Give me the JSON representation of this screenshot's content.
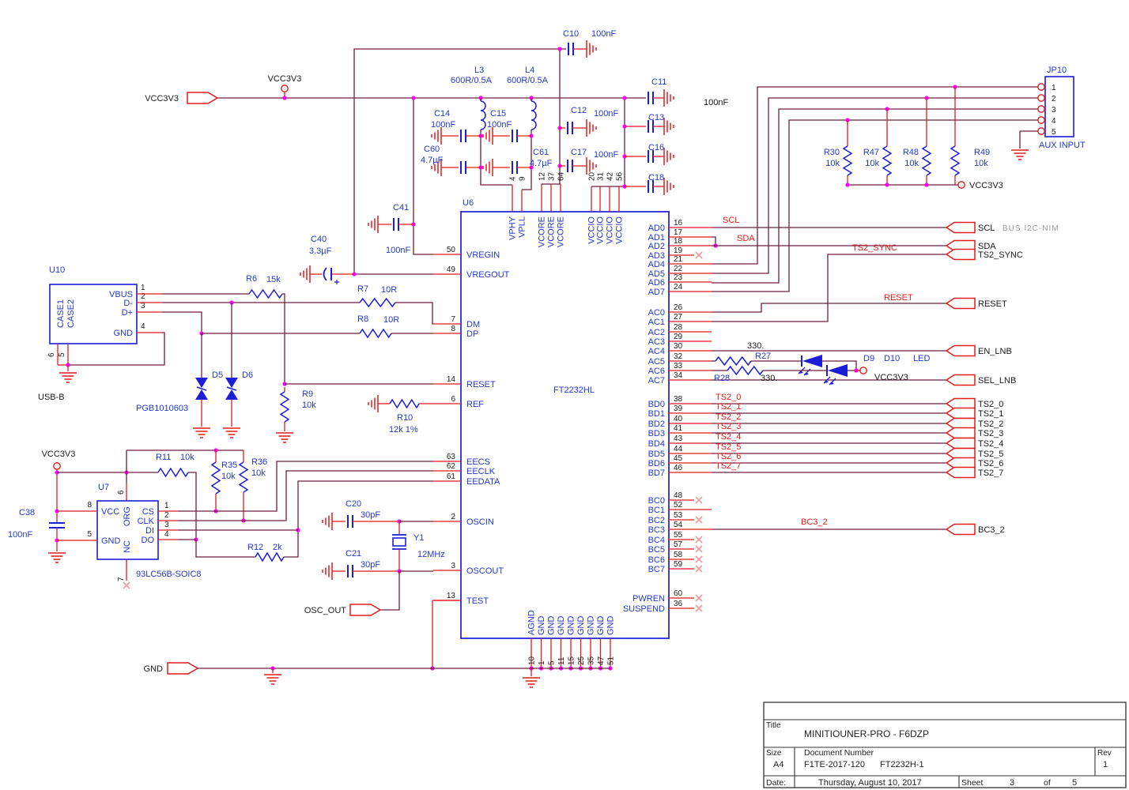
{
  "colors": {
    "wire": "#701f42",
    "red": "#e31b1b",
    "blue": "#1d1dd8",
    "blue_text": "#2438cc",
    "junction": "#ff00ff",
    "black": "#1a1a1a",
    "gray": "#9a9aa0",
    "xmark": "#f09a9a"
  },
  "power": {
    "vcc": "VCC3V3"
  },
  "bus_note": "BUS I2C-NIM",
  "u6": {
    "ref": "U6",
    "part": "FT2232HL",
    "left_pins": [
      {
        "num": "50",
        "name": "VREGIN"
      },
      {
        "num": "49",
        "name": "VREGOUT"
      },
      {
        "num": "7",
        "name": "DM"
      },
      {
        "num": "8",
        "name": "DP"
      },
      {
        "num": "14",
        "name": "RESET"
      },
      {
        "num": "6",
        "name": "REF"
      },
      {
        "num": "63",
        "name": "EECS"
      },
      {
        "num": "62",
        "name": "EECLK"
      },
      {
        "num": "61",
        "name": "EEDATA"
      },
      {
        "num": "2",
        "name": "OSCIN"
      },
      {
        "num": "3",
        "name": "OSCOUT"
      },
      {
        "num": "13",
        "name": "TEST"
      }
    ],
    "ad_pins": [
      {
        "num": "16",
        "name": "AD0"
      },
      {
        "num": "17",
        "name": "AD1"
      },
      {
        "num": "18",
        "name": "AD2"
      },
      {
        "num": "19",
        "name": "AD3"
      },
      {
        "num": "21",
        "name": "AD4"
      },
      {
        "num": "22",
        "name": "AD5"
      },
      {
        "num": "23",
        "name": "AD6"
      },
      {
        "num": "24",
        "name": "AD7"
      }
    ],
    "ac_pins": [
      {
        "num": "26",
        "name": "AC0"
      },
      {
        "num": "27",
        "name": "AC1"
      },
      {
        "num": "28",
        "name": "AC2"
      },
      {
        "num": "29",
        "name": "AC3"
      },
      {
        "num": "30",
        "name": "AC4"
      },
      {
        "num": "32",
        "name": "AC5"
      },
      {
        "num": "33",
        "name": "AC6"
      },
      {
        "num": "34",
        "name": "AC7"
      }
    ],
    "bd_pins": [
      {
        "num": "38",
        "name": "BD0"
      },
      {
        "num": "39",
        "name": "BD1"
      },
      {
        "num": "40",
        "name": "BD2"
      },
      {
        "num": "41",
        "name": "BD3"
      },
      {
        "num": "43",
        "name": "BD4"
      },
      {
        "num": "44",
        "name": "BD5"
      },
      {
        "num": "45",
        "name": "BD6"
      },
      {
        "num": "46",
        "name": "BD7"
      }
    ],
    "bc_pins": [
      {
        "num": "48",
        "name": "BC0"
      },
      {
        "num": "52",
        "name": "BC1"
      },
      {
        "num": "53",
        "name": "BC2"
      },
      {
        "num": "54",
        "name": "BC3"
      },
      {
        "num": "55",
        "name": "BC4"
      },
      {
        "num": "57",
        "name": "BC5"
      },
      {
        "num": "58",
        "name": "BC6"
      },
      {
        "num": "59",
        "name": "BC7"
      }
    ],
    "misc_pins": [
      {
        "num": "60",
        "name": "PWREN"
      },
      {
        "num": "36",
        "name": "SUSPEND"
      }
    ],
    "top_pins": [
      {
        "num": "4",
        "name": "VPHY"
      },
      {
        "num": "9",
        "name": "VPLL"
      },
      {
        "num": "12",
        "name": "VCORE"
      },
      {
        "num": "37",
        "name": "VCORE"
      },
      {
        "num": "64",
        "name": "VCORE"
      },
      {
        "num": "20",
        "name": "VCCIO"
      },
      {
        "num": "31",
        "name": "VCCIO"
      },
      {
        "num": "42",
        "name": "VCCIO"
      },
      {
        "num": "56",
        "name": "VCCIO"
      }
    ],
    "bottom_pins": [
      {
        "num": "10",
        "name": "AGND"
      },
      {
        "num": "1",
        "name": "GND"
      },
      {
        "num": "5",
        "name": "GND"
      },
      {
        "num": "11",
        "name": "GND"
      },
      {
        "num": "15",
        "name": "GND"
      },
      {
        "num": "25",
        "name": "GND"
      },
      {
        "num": "35",
        "name": "GND"
      },
      {
        "num": "47",
        "name": "GND"
      },
      {
        "num": "51",
        "name": "GND"
      }
    ]
  },
  "u10": {
    "ref": "U10",
    "label": "USB-B",
    "pins": [
      {
        "num": "1",
        "name": "VBUS"
      },
      {
        "num": "2",
        "name": "D-"
      },
      {
        "num": "3",
        "name": "D+"
      },
      {
        "num": "4",
        "name": "GND"
      }
    ],
    "case_labels": [
      "CASE1",
      "CASE2"
    ],
    "case_nums": [
      "6",
      "5"
    ]
  },
  "u7": {
    "ref": "U7",
    "part": "93LC56B-SOIC8",
    "left_pins": [
      {
        "num": "8",
        "name": "VCC"
      },
      {
        "num": "5",
        "name": "GND"
      }
    ],
    "right_pins": [
      {
        "num": "1",
        "name": "CS"
      },
      {
        "num": "2",
        "name": "CLK"
      },
      {
        "num": "3",
        "name": "DI"
      },
      {
        "num": "4",
        "name": "DO"
      }
    ],
    "top_pin": {
      "num": "6",
      "name": "ORG"
    },
    "bottom_pin": {
      "num": "7",
      "name": "NC"
    }
  },
  "jp10": {
    "ref": "JP10",
    "label": "AUX INPUT",
    "pins": [
      "1",
      "2",
      "3",
      "4",
      "5"
    ]
  },
  "components": {
    "c10": {
      "ref": "C10",
      "value": "100nF"
    },
    "c11": {
      "ref": "C11"
    },
    "c13": {
      "ref": "C13"
    },
    "c16": {
      "ref": "C16"
    },
    "c18": {
      "ref": "C18"
    },
    "c11_group_value": "100nF",
    "c12": {
      "ref": "C12",
      "value": "100nF"
    },
    "c17": {
      "ref": "C17",
      "value": "100nF"
    },
    "c14": {
      "ref": "C14",
      "value": "100nF"
    },
    "c15": {
      "ref": "C15",
      "value": "100nF"
    },
    "c60": {
      "ref": "C60",
      "value": "4.7µF"
    },
    "c61": {
      "ref": "C61",
      "value": "4.7µF"
    },
    "l3": {
      "ref": "L3",
      "value": "600R/0.5A"
    },
    "l4": {
      "ref": "L4",
      "value": "600R/0.5A"
    },
    "c40": {
      "ref": "C40",
      "value": "3.3µF"
    },
    "c41": {
      "ref": "C41",
      "value": "100nF"
    },
    "c38": {
      "ref": "C38",
      "value": "100nF"
    },
    "c20": {
      "ref": "C20",
      "value": "30pF"
    },
    "c21": {
      "ref": "C21",
      "value": "30pF"
    },
    "y1": {
      "ref": "Y1",
      "value": "12MHz"
    },
    "r6": {
      "ref": "R6",
      "value": "15k"
    },
    "r7": {
      "ref": "R7",
      "value": "10R"
    },
    "r8": {
      "ref": "R8",
      "value": "10R"
    },
    "r9": {
      "ref": "R9",
      "value": "10k"
    },
    "r10": {
      "ref": "R10",
      "value": "12k 1%"
    },
    "r11": {
      "ref": "R11",
      "value": "10k"
    },
    "r12": {
      "ref": "R12",
      "value": "2k"
    },
    "r35": {
      "ref": "R35",
      "value": "10k"
    },
    "r36": {
      "ref": "R36",
      "value": "10k"
    },
    "r27": {
      "ref": "R27",
      "value": "330."
    },
    "r28": {
      "ref": "R28",
      "value": "330."
    },
    "r30": {
      "ref": "R30",
      "value": "10k"
    },
    "r47": {
      "ref": "R47",
      "value": "10k"
    },
    "r48": {
      "ref": "R48",
      "value": "10k"
    },
    "r49": {
      "ref": "R49",
      "value": "10k"
    },
    "d5": {
      "ref": "D5"
    },
    "d6": {
      "ref": "D6"
    },
    "tvs_part": "PGB1010603",
    "d9": {
      "ref": "D9"
    },
    "d10": {
      "ref": "D10"
    },
    "led_label": "LED"
  },
  "net_labels": {
    "scl": "SCL",
    "sda": "SDA",
    "ts2_sync": "TS2_SYNC",
    "reset": "RESET",
    "bc3_2": "BC3_2",
    "ts2": [
      "TS2_0",
      "TS2_1",
      "TS2_2",
      "TS2_3",
      "TS2_4",
      "TS2_5",
      "TS2_6",
      "TS2_7"
    ]
  },
  "terminals": {
    "vcc_in": "VCC3V3",
    "gnd": "GND",
    "osc_out": "OSC_OUT",
    "en_lnb": "EN_LNB",
    "sel_lnb": "SEL_LNB"
  },
  "title_block": {
    "title_label": "Title",
    "title": "MINITIOUNER-PRO - F6DZP",
    "size_label": "Size",
    "size": "A4",
    "doc_label": "Document Number",
    "doc_number": "F1TE-2017-120",
    "doc_number2": "FT2232H-1",
    "rev_label": "Rev",
    "rev": "1",
    "date_label": "Date:",
    "date": "Thursday, August 10, 2017",
    "sheet_label": "Sheet",
    "sheet": "3",
    "of_label": "of",
    "sheet_total": "5"
  }
}
